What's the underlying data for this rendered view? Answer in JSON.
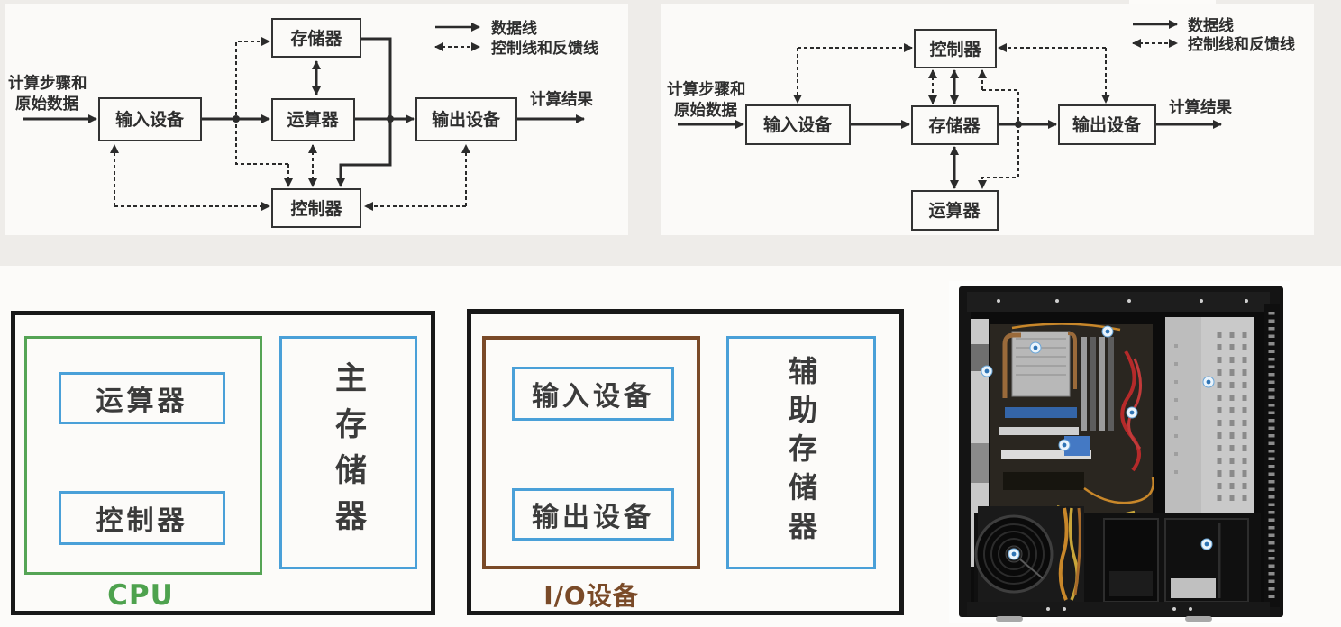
{
  "legend": {
    "data_line": "数据线",
    "control_feedback_line": "控制线和反馈线"
  },
  "diagram_alu_centric": {
    "input_annotation_line1": "计算步骤和",
    "input_annotation_line2": "原始数据",
    "output_annotation": "计算结果",
    "nodes": {
      "input_device": "输入设备",
      "memory": "存储器",
      "alu": "运算器",
      "output_device": "输出设备",
      "controller": "控制器"
    }
  },
  "diagram_memory_centric": {
    "input_annotation_line1": "计算步骤和",
    "input_annotation_line2": "原始数据",
    "output_annotation": "计算结果",
    "nodes": {
      "input_device": "输入设备",
      "memory": "存储器",
      "alu": "运算器",
      "output_device": "输出设备",
      "controller": "控制器"
    }
  },
  "cpu_group": {
    "alu": "运算器",
    "controller": "控制器",
    "main_memory": "主存储器",
    "caption": "CPU"
  },
  "io_group": {
    "input_device": "输入设备",
    "output_device": "输出设备",
    "auxiliary_memory": "辅助存储器",
    "caption": "I/O设备"
  },
  "colors": {
    "diagram_line": "#2b2b2b",
    "cpu_green": "#55a455",
    "box_blue": "#4aa0d8",
    "io_brown": "#7a4a28",
    "black_frame": "#181818",
    "marker_blue": "#2e74b5"
  }
}
